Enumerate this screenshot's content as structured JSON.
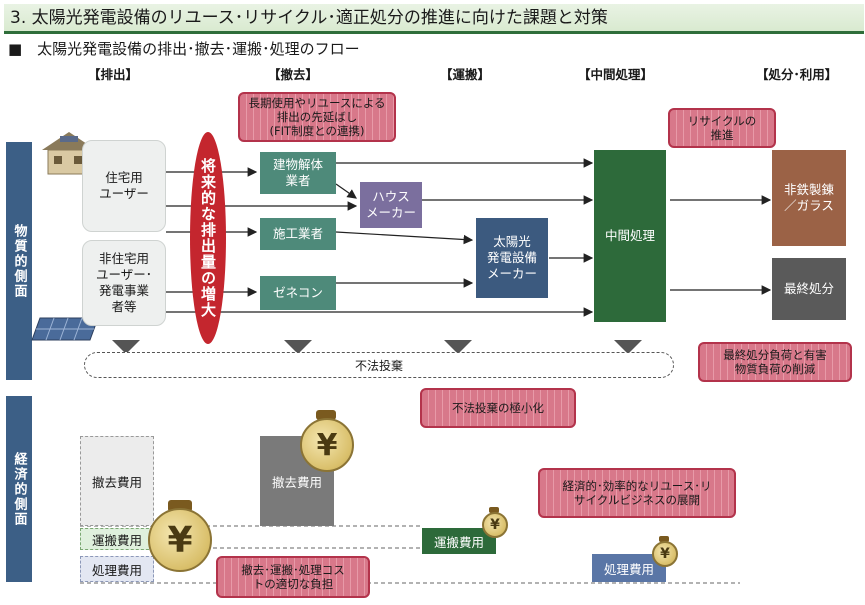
{
  "title": "3. 太陽光発電設備のリユース･リサイクル･適正処分の推進に向けた課題と対策",
  "subtitle": "■　太陽光発電設備の排出･撤去･運搬･処理のフロー",
  "phases": [
    "【排出】",
    "【撤去】",
    "【運搬】",
    "【中間処理】",
    "【処分･利用】"
  ],
  "sidebar": {
    "material": "物質的側面",
    "economic": "経済的側面"
  },
  "users": {
    "residential": "住宅用\nユーザー",
    "non_residential": "非住宅用\nユーザー･\n発電事業\n者等"
  },
  "ellipse_label": "将来的な排出量の増大",
  "boxes": {
    "demolition": "建物解体\n業者",
    "construction": "施工業者",
    "general_contractor": "ゼネコン",
    "house_maker": "ハウス\nメーカー",
    "pv_maker": "太陽光\n発電設備\nメーカー",
    "intermediate": "中間処理",
    "nonferrous": "非鉄製錬\n／ガラス",
    "final_disposal": "最終処分"
  },
  "illegal_dumping": "不法投棄",
  "callouts": {
    "long_use": "長期使用やリユースによる排出の先延ばし\n(FIT制度との連携)",
    "recycle": "リサイクルの\n推進",
    "burden": "最終処分負荷と有害\n物質負荷の削減",
    "minimize_dumping": "不法投棄の極小化",
    "business": "経済的･効率的なリユース･リ\nサイクルビジネスの展開",
    "cost_share": "撤去･運搬･処理コス\nトの適切な負担"
  },
  "costs": {
    "removal": "撤去費用",
    "transport": "運搬費用",
    "processing": "処理費用"
  },
  "yen": "¥",
  "colors": {
    "accent": "#c4262e",
    "sidebar": "#3c5f86",
    "teal": "#4e8a7a",
    "green": "#2d6a3a"
  }
}
